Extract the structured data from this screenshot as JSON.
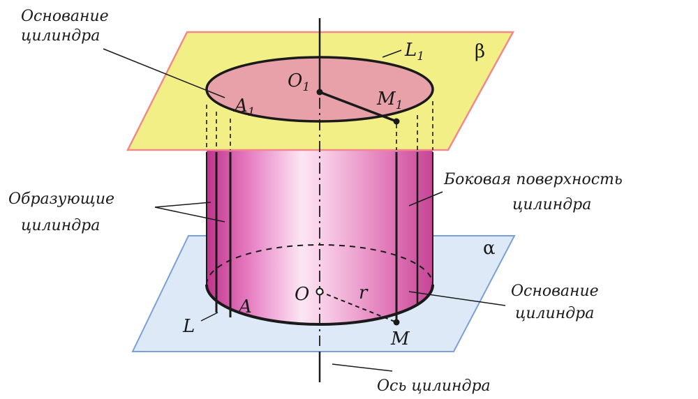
{
  "labels": {
    "top_base_line1": "Основание",
    "top_base_line2": "цилиндра",
    "generators_line1": "Образующие",
    "generators_line2": "цилиндра",
    "lateral_line1": "Боковая поверхность",
    "lateral_line2": "цилиндра",
    "bottom_base_line1": "Основание",
    "bottom_base_line2": "цилиндра",
    "axis": "Ось цилиндра"
  },
  "points": {
    "A1": "A",
    "A1_sub": "1",
    "O1": "O",
    "O1_sub": "1",
    "M1": "M",
    "M1_sub": "1",
    "L1": "L",
    "L1_sub": "1",
    "A": "A",
    "O": "O",
    "M": "M",
    "L": "L",
    "r": "r"
  },
  "planes": {
    "beta": "β",
    "alpha": "α"
  },
  "colors": {
    "plane_beta_fill": "#f3ef87",
    "plane_beta_edge": "#f08a8a",
    "plane_alpha_fill": "#dde9f7",
    "plane_alpha_edge": "#7aa0d8",
    "cylinder_light": "#fbd7ee",
    "cylinder_mid": "#e57ac0",
    "cylinder_dark": "#c0338b",
    "top_disk": "#e8a1a8",
    "stroke": "#1a1a1a"
  },
  "icons": {
    "diagram": "cylinder-diagram"
  }
}
